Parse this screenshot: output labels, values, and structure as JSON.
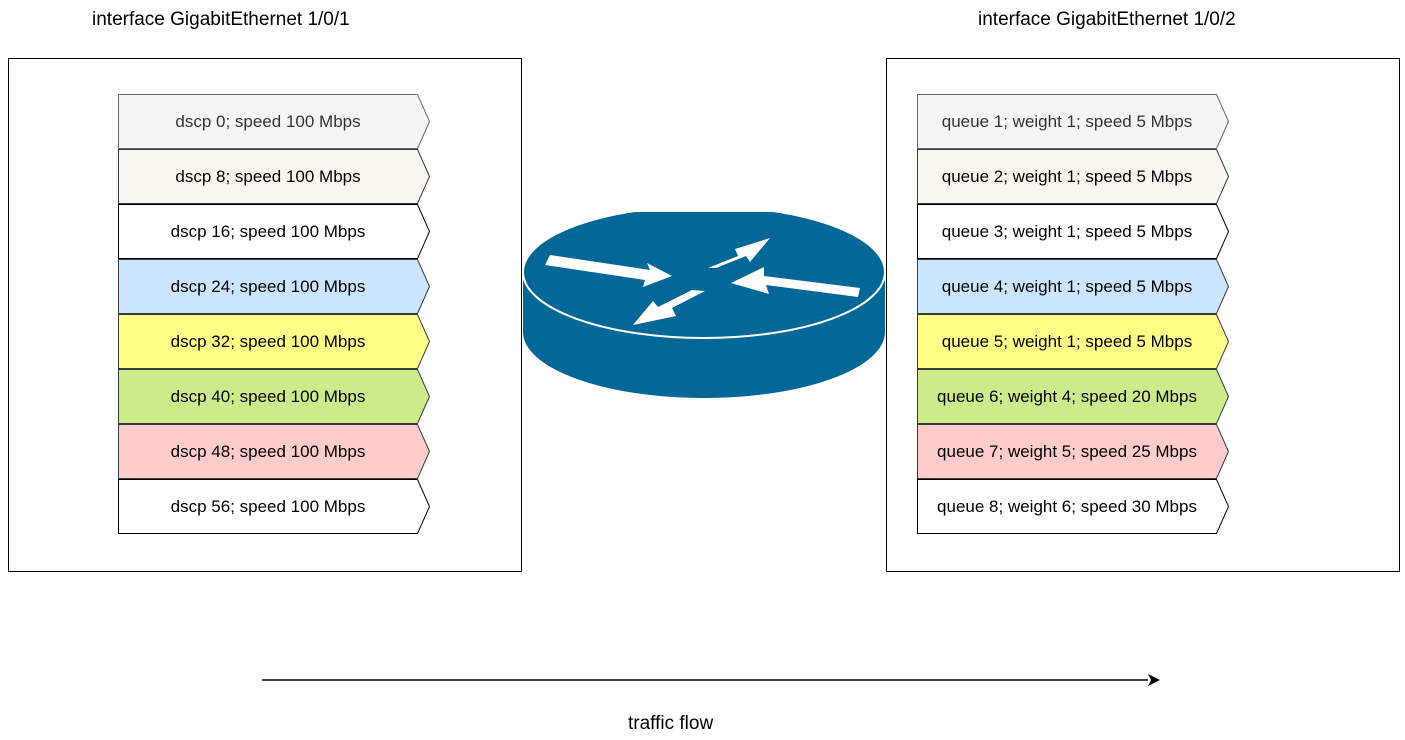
{
  "left_interface": {
    "title": "interface GigabitEthernet 1/0/1",
    "tags": [
      {
        "label": "dscp 0; speed 100 Mbps",
        "fill": "#f5f5f5",
        "stroke": "#666666",
        "text_color": "#333333"
      },
      {
        "label": "dscp 8; speed 100 Mbps",
        "fill": "#f9f7ed",
        "stroke": "#36393d",
        "text_color": "#000000"
      },
      {
        "label": "dscp 16; speed 100 Mbps",
        "fill": "#ffffff",
        "stroke": "#000000",
        "text_color": "#000000"
      },
      {
        "label": "dscp 24; speed 100 Mbps",
        "fill": "#cce5ff",
        "stroke": "#36393d",
        "text_color": "#000000"
      },
      {
        "label": "dscp 32; speed 100 Mbps",
        "fill": "#ffff88",
        "stroke": "#36393d",
        "text_color": "#000000"
      },
      {
        "label": "dscp 40; speed 100 Mbps",
        "fill": "#cdeb8b",
        "stroke": "#36393d",
        "text_color": "#000000"
      },
      {
        "label": "dscp 48; speed 100 Mbps",
        "fill": "#ffcccc",
        "stroke": "#36393d",
        "text_color": "#000000"
      },
      {
        "label": "dscp 56; speed 100 Mbps",
        "fill": "#ffffff",
        "stroke": "#000000",
        "text_color": "#000000"
      }
    ]
  },
  "right_interface": {
    "title": "interface GigabitEthernet 1/0/2",
    "tags": [
      {
        "label": "queue 1; weight 1; speed 5 Mbps",
        "fill": "#f5f5f5",
        "stroke": "#666666",
        "text_color": "#333333"
      },
      {
        "label": "queue 2; weight 1; speed 5 Mbps",
        "fill": "#f9f7ed",
        "stroke": "#36393d",
        "text_color": "#000000"
      },
      {
        "label": "queue 3; weight 1; speed 5 Mbps",
        "fill": "#ffffff",
        "stroke": "#000000",
        "text_color": "#000000"
      },
      {
        "label": "queue 4; weight 1; speed 5 Mbps",
        "fill": "#cce5ff",
        "stroke": "#36393d",
        "text_color": "#000000"
      },
      {
        "label": "queue 5; weight 1; speed 5 Mbps",
        "fill": "#ffff88",
        "stroke": "#36393d",
        "text_color": "#000000"
      },
      {
        "label": "queue 6; weight 4; speed 20 Mbps",
        "fill": "#cdeb8b",
        "stroke": "#36393d",
        "text_color": "#000000"
      },
      {
        "label": "queue 7; weight 5; speed 25 Mbps",
        "fill": "#ffcccc",
        "stroke": "#36393d",
        "text_color": "#000000"
      },
      {
        "label": "queue 8; weight 6; speed 30 Mbps",
        "fill": "#ffffff",
        "stroke": "#000000",
        "text_color": "#000000"
      }
    ]
  },
  "router": {
    "icon": "router-icon",
    "body_color": "#036897",
    "arrow_color": "#ffffff"
  },
  "flow": {
    "label": "traffic flow"
  }
}
